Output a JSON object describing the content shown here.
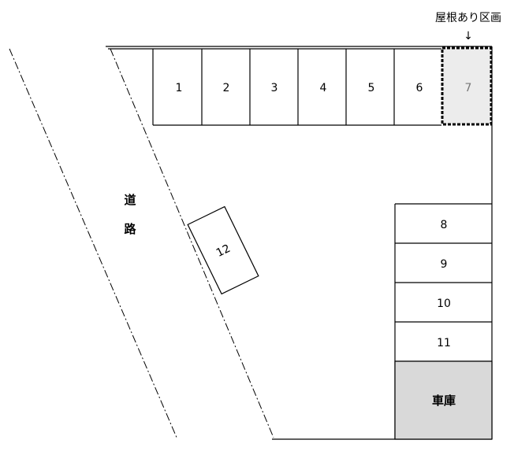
{
  "roof_label": "屋根あり区画",
  "roof_arrow": "↓",
  "road_label_1": "道",
  "road_label_2": "路",
  "spaces_top": [
    "1",
    "2",
    "3",
    "4",
    "5",
    "6"
  ],
  "space_roofed": "7",
  "spaces_right": [
    "8",
    "9",
    "10",
    "11"
  ],
  "space_diagonal": "12",
  "garage_label": "車庫",
  "colors": {
    "line": "#000000",
    "roofed_fill": "#ececec",
    "garage_fill": "#d9d9d9",
    "roofed_text": "#777777"
  }
}
